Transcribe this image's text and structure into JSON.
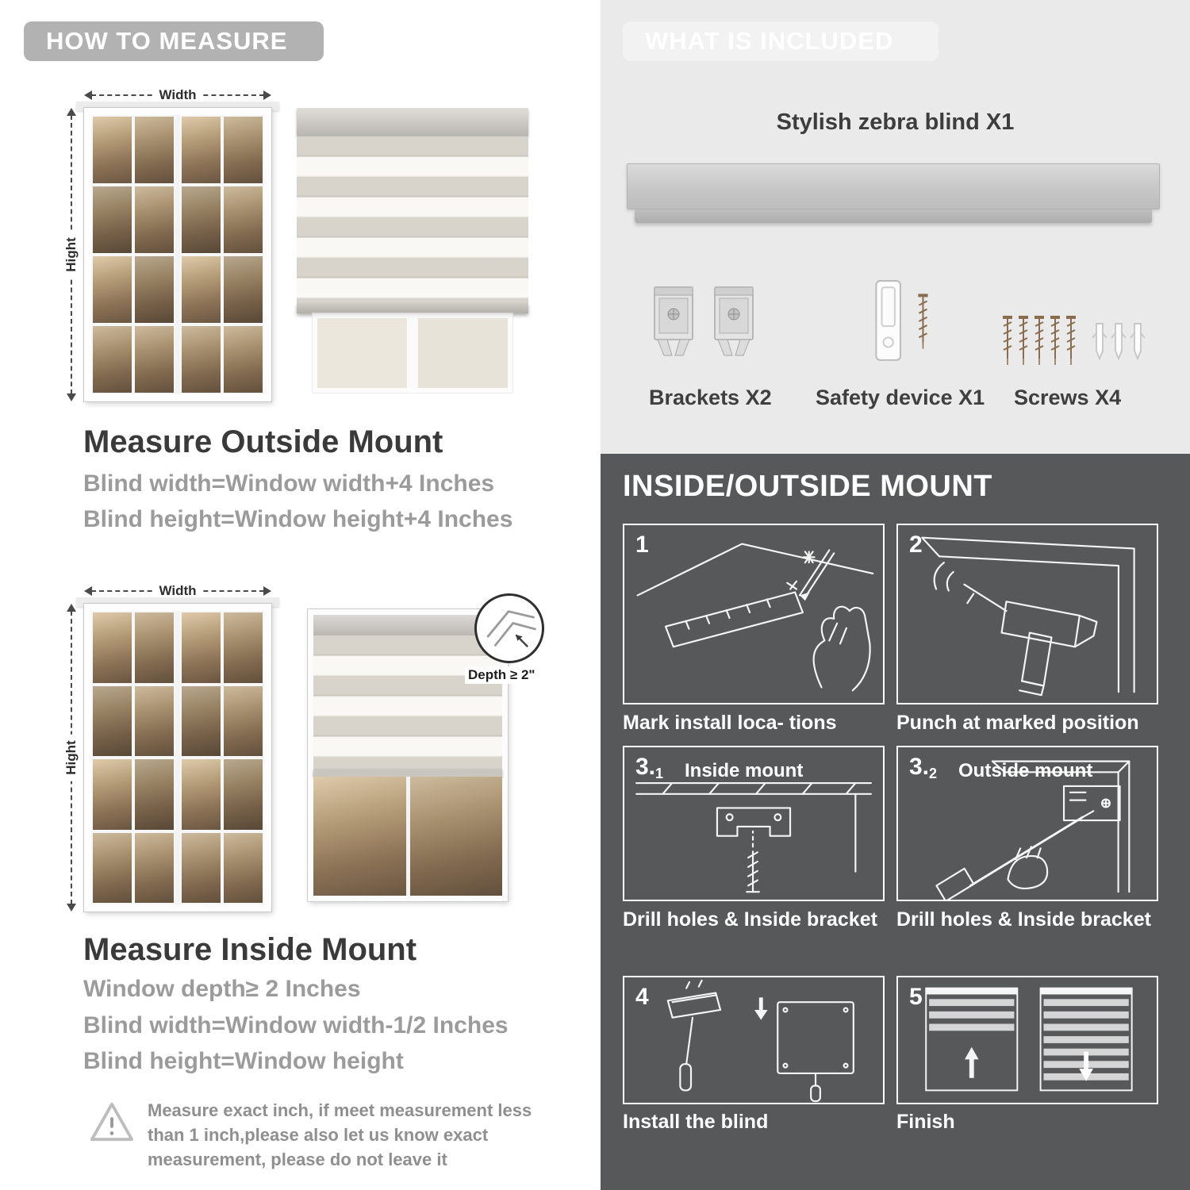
{
  "left": {
    "header": "HOW TO MEASURE",
    "labels": {
      "width": "Width",
      "height": "Hight"
    },
    "outside_mount": {
      "title": "Measure Outside Mount",
      "lines": [
        "Blind width=Window width+4 Inches",
        "Blind height=Window height+4 Inches"
      ]
    },
    "inside_mount": {
      "title": "Measure Inside Mount",
      "depth_note": "Depth ≥ 2\"",
      "lines": [
        "Window depth≥ 2 Inches",
        "Blind width=Window width-1/2 Inches",
        "Blind height=Window height"
      ]
    },
    "warning_text": "Measure exact inch, if meet measurement less than 1 inch,please also let us know exact measurement, please do not leave it"
  },
  "right": {
    "included": {
      "header": "WHAT IS INCLUDED",
      "blind_label": "Stylish zebra blind X1",
      "items": [
        {
          "label": "Brackets X2"
        },
        {
          "label": "Safety device X1"
        },
        {
          "label": "Screws X4"
        }
      ]
    },
    "mount": {
      "header": "INSIDE/OUTSIDE MOUNT",
      "steps": [
        {
          "num": "1",
          "sub": "",
          "label": "",
          "caption": "Mark install loca- tions"
        },
        {
          "num": "2",
          "sub": "",
          "label": "",
          "caption": "Punch at  marked position"
        },
        {
          "num": "3.",
          "sub": "1",
          "label": "Inside mount",
          "caption": "Drill holes &  Inside bracket"
        },
        {
          "num": "3.",
          "sub": "2",
          "label": "Outside mount",
          "caption": "Drill holes &  Inside bracket"
        },
        {
          "num": "4",
          "sub": "",
          "label": "",
          "caption": "Install the blind"
        },
        {
          "num": "5",
          "sub": "",
          "label": "",
          "caption": "Finish"
        }
      ]
    }
  },
  "colors": {
    "badge_gray": "#b2b2b2",
    "light_panel": "#eaeaea",
    "dark_panel": "#57585a"
  }
}
